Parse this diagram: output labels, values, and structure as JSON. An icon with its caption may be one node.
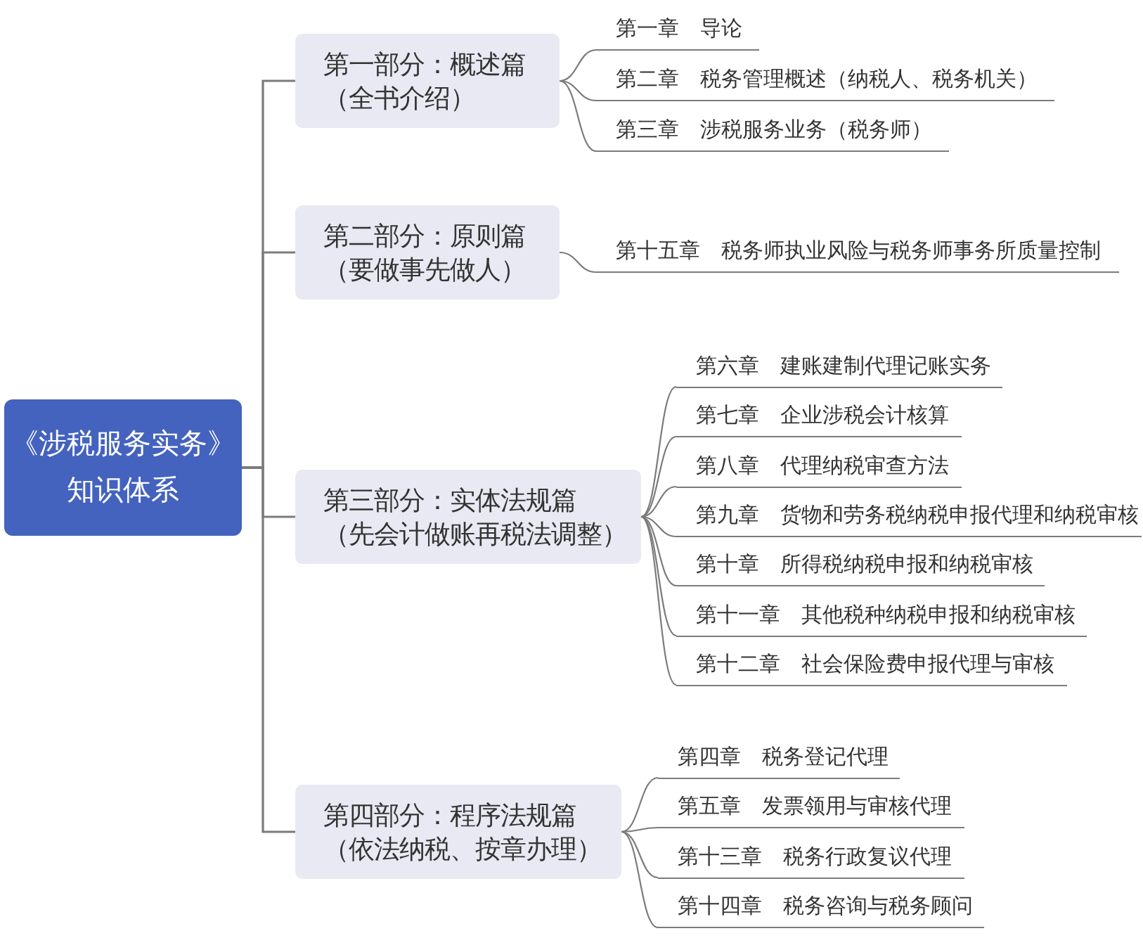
{
  "diagram": {
    "nodes": [
      {
        "text": [
          "《涉税服务实务》知识体系"
        ]
      },
      {
        "text": [
          "第一部分：概述篇",
          "（全书介绍）"
        ]
      },
      {
        "text": [
          "第一章　导论"
        ]
      },
      {
        "text": [
          "第二章　税务管理概述（纳税人、税务机关）"
        ]
      },
      {
        "text": [
          "第三章　涉税服务业务（税务师）"
        ]
      },
      {
        "text": [
          "第二部分：原则篇",
          "（要做事先做人）"
        ]
      },
      {
        "text": [
          "第十五章　税务师执业风险与税务师事务所质量控制"
        ]
      },
      {
        "text": [
          "第三部分：实体法规篇",
          "（先会计做账再税法调整）"
        ]
      },
      {
        "text": [
          "第六章　建账建制代理记账实务"
        ]
      },
      {
        "text": [
          "第七章　企业涉税会计核算"
        ]
      },
      {
        "text": [
          "第八章　代理纳税审查方法"
        ]
      },
      {
        "text": [
          "第九章　货物和劳务税纳税申报代理和纳税审核"
        ]
      },
      {
        "text": [
          "第十章　所得税纳税申报和纳税审核"
        ]
      },
      {
        "text": [
          "第十一章　其他税种纳税申报和纳税审核"
        ]
      },
      {
        "text": [
          "第十二章　社会保险费申报代理与审核"
        ]
      },
      {
        "text": [
          "第四部分：程序法规篇",
          "（依法纳税、按章办理）"
        ]
      },
      {
        "text": [
          "第四章　税务登记代理"
        ]
      },
      {
        "text": [
          "第五章　发票领用与审核代理"
        ]
      },
      {
        "text": [
          "第十三章　税务行政复议代理"
        ]
      },
      {
        "text": [
          "第十四章　税务咨询与税务顾问"
        ]
      }
    ],
    "edges": [
      {
        "from": 0,
        "to": 1,
        "arrow": "none"
      },
      {
        "from": 0,
        "to": 5,
        "arrow": "none"
      },
      {
        "from": 0,
        "to": 7,
        "arrow": "none"
      },
      {
        "from": 0,
        "to": 15,
        "arrow": "none"
      },
      {
        "from": 1,
        "to": 2,
        "arrow": "none"
      },
      {
        "from": 1,
        "to": 3,
        "arrow": "none"
      },
      {
        "from": 1,
        "to": 4,
        "arrow": "none"
      },
      {
        "from": 5,
        "to": 6,
        "arrow": "none"
      },
      {
        "from": 7,
        "to": 8,
        "arrow": "none"
      },
      {
        "from": 7,
        "to": 9,
        "arrow": "none"
      },
      {
        "from": 7,
        "to": 10,
        "arrow": "none"
      },
      {
        "from": 7,
        "to": 11,
        "arrow": "none"
      },
      {
        "from": 7,
        "to": 12,
        "arrow": "none"
      },
      {
        "from": 7,
        "to": 13,
        "arrow": "none"
      },
      {
        "from": 7,
        "to": 14,
        "arrow": "none"
      },
      {
        "from": 15,
        "to": 16,
        "arrow": "none"
      },
      {
        "from": 15,
        "to": 17,
        "arrow": "none"
      },
      {
        "from": 15,
        "to": 18,
        "arrow": "none"
      },
      {
        "from": 15,
        "to": 19,
        "arrow": "none"
      }
    ]
  }
}
